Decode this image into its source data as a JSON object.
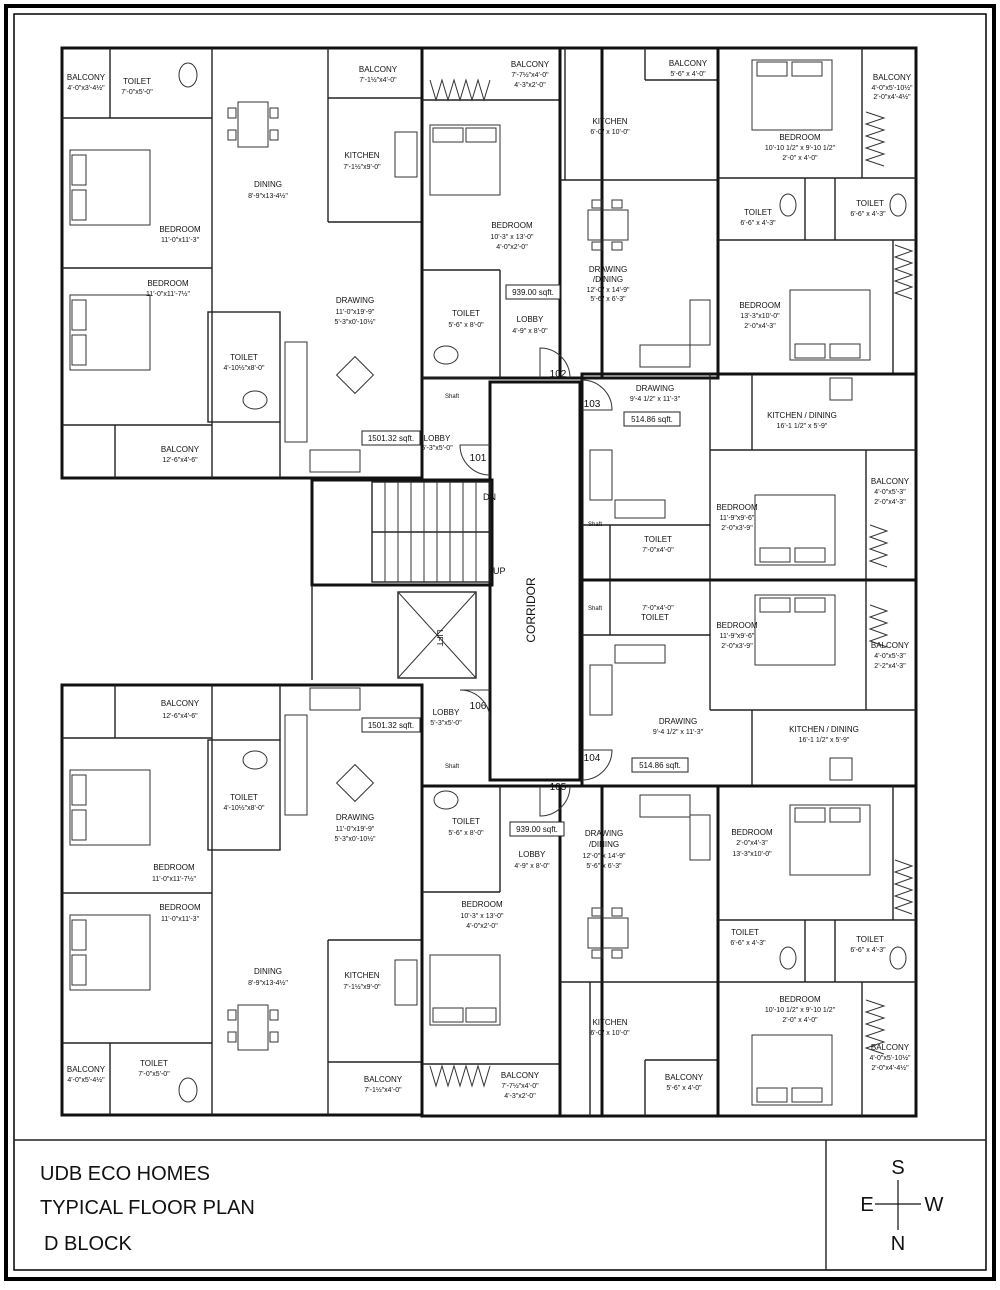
{
  "title_block": {
    "line1": "UDB ECO HOMES",
    "line2": "TYPICAL FLOOR PLAN",
    "line3": "D BLOCK"
  },
  "compass": {
    "top": "S",
    "left": "E",
    "right": "W",
    "bottom": "N"
  },
  "core": {
    "corridor": "CORRIDOR",
    "dn": "DN",
    "up": "UP",
    "lift": "LIFT",
    "shaft": "Shaft",
    "doors": [
      "101",
      "102",
      "103",
      "104",
      "105",
      "106"
    ]
  },
  "areas": {
    "a1": "1501.32 sqft.",
    "a2": "939.00 sqft.",
    "a3": "514.86 sqft.",
    "a4": "1501.32 sqft.",
    "a5": "939.00 sqft.",
    "a6": "514.86 sqft."
  },
  "rooms": {
    "tl_balcony1": [
      "BALCONY",
      "4'-0\"x3'-4½\""
    ],
    "tl_toilet1": [
      "TOILET",
      "7'-0\"x5'-0\""
    ],
    "tl_bedroom1": [
      "BEDROOM",
      "11'-0\"x11'-3\""
    ],
    "tl_bedroom2": [
      "BEDROOM",
      "11'-0\"x11'-7½\""
    ],
    "tl_toilet2": [
      "TOILET",
      "4'-10½\"x8'-0\""
    ],
    "tl_balcony2": [
      "BALCONY",
      "12'-6\"x4'-6\""
    ],
    "tl_dining": [
      "DINING",
      "8'-9\"x13-4½\""
    ],
    "tl_drawing": [
      "DRAWING",
      "11'-0\"x19'-9\"",
      "5'-3\"x0'-10½\""
    ],
    "tl_balcony3": [
      "BALCONY",
      "7'-1½\"x4'-0\""
    ],
    "tl_kitchen": [
      "KITCHEN",
      "7'-1½\"x9'-0\""
    ],
    "tl_lobby": [
      "LOBBY",
      "5'-3\"x5'-0\""
    ],
    "tm_balcony": [
      "BALCONY",
      "7'-7½\"x4'-0\"",
      "4'-3\"x2'-0\""
    ],
    "tm_bedroom": [
      "BEDROOM",
      "10'-3\" x 13'-0\"",
      "4'-0\"x2'-0\""
    ],
    "tm_toilet": [
      "TOILET",
      "5'-6\" x 8'-0\""
    ],
    "tm_lobby": [
      "LOBBY",
      "4'-9\" x 8'-0\""
    ],
    "tm_balcony2": [
      "BALCONY",
      "5'-6\" x 4'-0\""
    ],
    "tm_kitchen": [
      "KITCHEN",
      "6'-0\" x 10'-0\""
    ],
    "tm_drawing": [
      "DRAWING",
      "/DINING",
      "12'-0\" x 14'-9\"",
      "5'-6\" x 6'-3\""
    ],
    "tr_bedroom1": [
      "BEDROOM",
      "10'-10 1/2\" x 9'-10 1/2\"",
      "2'-0\" x 4'-0\""
    ],
    "tr_balcony1": [
      "BALCONY",
      "4'-0\"x5'-10½\"",
      "2'-0\"x4'-4½\""
    ],
    "tr_toilet1": [
      "TOILET",
      "6'-6\" x 4'-3\""
    ],
    "tr_toilet2": [
      "TOILET",
      "6'-6\" x 4'-3\""
    ],
    "tr_bedroom2": [
      "BEDROOM",
      "13'-3\"x10'-0\"",
      "2'-0\"x4'-3\""
    ],
    "mr_drawing1": [
      "DRAWING",
      "9'-4 1/2\" x 11'-3\""
    ],
    "mr_kitchen1": [
      "KITCHEN / DINING",
      "16'-1 1/2\" x 5'-9\""
    ],
    "mr_bedroom1": [
      "BEDROOM",
      "11'-9\"x9'-6\"",
      "2'-0\"x3'-9\""
    ],
    "mr_balcony1": [
      "BALCONY",
      "4'-0\"x5'-3\"",
      "2'-0\"x4'-3\""
    ],
    "mr_toilet1": [
      "TOILET",
      "7'-0\"x4'-0\""
    ],
    "mr_toilet2": [
      "7'-0\"x4'-0\"",
      "TOILET"
    ],
    "mr_bedroom2": [
      "BEDROOM",
      "11'-9\"x9'-6\"",
      "2'-0\"x3'-9\""
    ],
    "mr_balcony2": [
      "BALCONY",
      "4'-0\"x5'-3\"",
      "2'-2\"x4'-3\""
    ],
    "mr_drawing2": [
      "DRAWING",
      "9'-4 1/2\" x 11'-3\""
    ],
    "mr_kitchen2": [
      "KITCHEN / DINING",
      "16'-1 1/2\" x 5'-9\""
    ],
    "bl_balcony1": [
      "BALCONY",
      "12'-6\"x4'-6\""
    ],
    "bl_bedroom1": [
      "BEDROOM",
      "11'-0\"x11'-7½\""
    ],
    "bl_toilet1": [
      "TOILET",
      "4'-10½\"x8'-0\""
    ],
    "bl_bedroom2": [
      "BEDROOM",
      "11'-0\"x11'-3\""
    ],
    "bl_balcony2": [
      "BALCONY",
      "4'-0\"x5'-4½\""
    ],
    "bl_toilet2": [
      "TOILET",
      "7'-0\"x5'-0\""
    ],
    "bl_drawing": [
      "DRAWING",
      "11'-0\"x19'-9\"",
      "5'-3\"x0'-10½\""
    ],
    "bl_dining": [
      "DINING",
      "8'-9\"x13-4½\""
    ],
    "bl_kitchen": [
      "KITCHEN",
      "7'-1½\"x9'-0\""
    ],
    "bl_balcony3": [
      "BALCONY",
      "7'-1½\"x4'-0\""
    ],
    "bl_lobby": [
      "LOBBY",
      "5'-3\"x5'-0\""
    ],
    "bm_toilet": [
      "TOILET",
      "5'-6\" x 8'-0\""
    ],
    "bm_lobby": [
      "LOBBY",
      "4'-9\" x 8'-0\""
    ],
    "bm_drawing": [
      "DRAWING",
      "/DINING",
      "12'-0\" x 14'-9\"",
      "5'-6\" x 6'-3\""
    ],
    "bm_bedroom": [
      "BEDROOM",
      "10'-3\" x 13'-0\"",
      "4'-0\"x2'-0\""
    ],
    "bm_kitchen": [
      "KITCHEN",
      "6'-0\" x 10'-0\""
    ],
    "bm_balcony": [
      "BALCONY",
      "7'-7½\"x4'-0\"",
      "4'-3\"x2'-0\""
    ],
    "bm_balcony2": [
      "BALCONY",
      "5'-6\" x 4'-0\""
    ],
    "br_bedroom1": [
      "BEDROOM",
      "2'-0\"x4'-3\"",
      "13'-3\"x10'-0\""
    ],
    "br_toilet1": [
      "TOILET",
      "6'-6\" x 4'-3\""
    ],
    "br_toilet2": [
      "TOILET",
      "6'-6\" x 4'-3\""
    ],
    "br_bedroom2": [
      "BEDROOM",
      "10'-10 1/2\" x 9'-10 1/2\"",
      "2'-0\" x 4'-0\""
    ],
    "br_balcony1": [
      "BALCONY",
      "4'-0\"x5'-10½\"",
      "2'-0\"x4'-4½\""
    ]
  }
}
